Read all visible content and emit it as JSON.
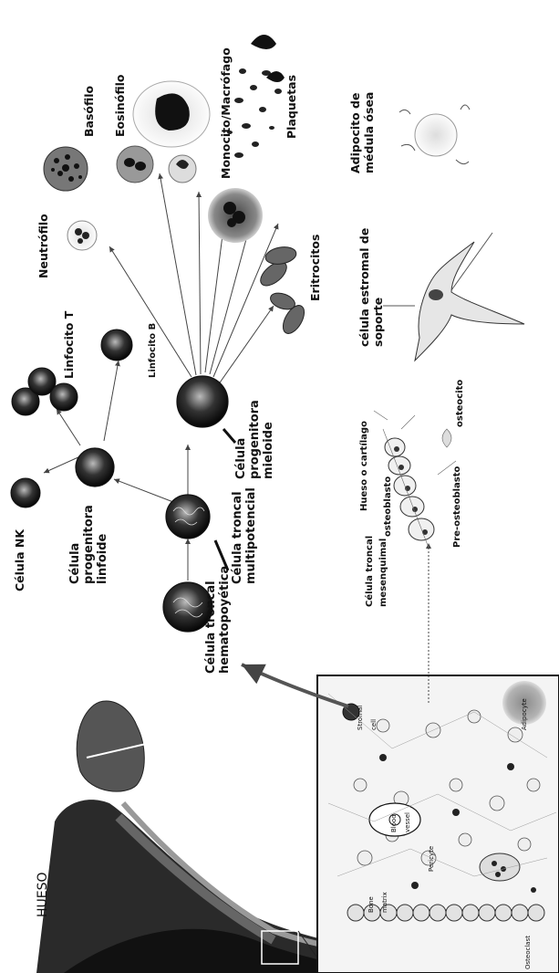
{
  "figure": {
    "bone_title": "HUESO",
    "hematopoietic": {
      "stem_cell": "Célula troncal\nhematopoyética",
      "multipotent": "Célula troncal\nmultipotencial",
      "lymphoid_progenitor": "Célula\nprogenitora\nlinfoide",
      "myeloid_progenitor": "Célula\nprogenitora\nmieloide",
      "nk_cell": "Célula NK",
      "t_lymphocyte": "Linfocito T",
      "b_lymphocyte": "Linfocito B",
      "neutrophil": "Neutrófilo",
      "basophil": "Basófilo",
      "eosinophil": "Eosinófilo",
      "monocyte": "Monocito/Macrófago",
      "platelets": "Plaquetas",
      "erythrocytes": "Eritrocitos"
    },
    "stromal": {
      "mesenchymal": "Célula troncal\nmesenquimal",
      "bone_cartilage": "Hueso o cartílago",
      "osteoblast": "osteoblasto",
      "osteocyte": "osteocito",
      "pre_osteoblast": "Pre-osteoblasto",
      "support_cell": "célula estromal de\nsoporte",
      "adipocyte": "Adipocito de\nmédula ósea"
    },
    "inset": {
      "stromal_cell": "Stromal\ncell",
      "bone_matrix": "Bone\nmatrix",
      "blood_vessel": "Blood\nvessel",
      "pericyte": "Pericyte",
      "adipocyte": "Adipocyte",
      "osteoclast": "Osteoclast"
    }
  }
}
